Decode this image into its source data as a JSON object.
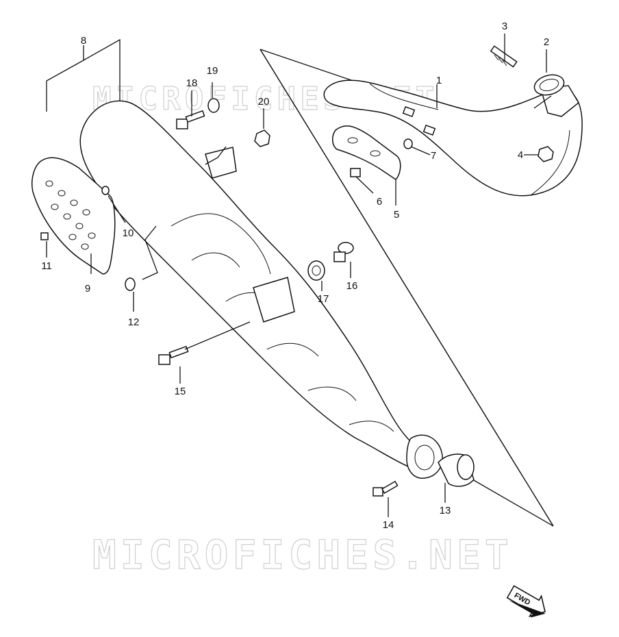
{
  "watermark": {
    "text": "MICROFICHES.NET"
  },
  "direction_badge": {
    "text": "FWD"
  },
  "callouts": [
    {
      "id": "1",
      "label": "1"
    },
    {
      "id": "2",
      "label": "2"
    },
    {
      "id": "3",
      "label": "3"
    },
    {
      "id": "4",
      "label": "4"
    },
    {
      "id": "5",
      "label": "5"
    },
    {
      "id": "6",
      "label": "6"
    },
    {
      "id": "7",
      "label": "7"
    },
    {
      "id": "8",
      "label": "8"
    },
    {
      "id": "9",
      "label": "9"
    },
    {
      "id": "10",
      "label": "10"
    },
    {
      "id": "11",
      "label": "11"
    },
    {
      "id": "12",
      "label": "12"
    },
    {
      "id": "13",
      "label": "13"
    },
    {
      "id": "14",
      "label": "14"
    },
    {
      "id": "15",
      "label": "15"
    },
    {
      "id": "16",
      "label": "16"
    },
    {
      "id": "17",
      "label": "17"
    },
    {
      "id": "18",
      "label": "18"
    },
    {
      "id": "19",
      "label": "19"
    },
    {
      "id": "20",
      "label": "20"
    }
  ]
}
